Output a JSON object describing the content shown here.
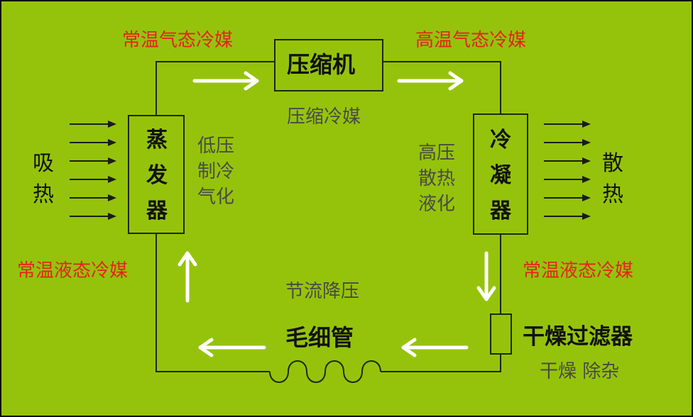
{
  "compressor": {
    "name": "压缩机",
    "process": "压缩冷媒"
  },
  "evaporator": {
    "name": "蒸发器",
    "process": "低压制冷气化",
    "side_label": "吸热"
  },
  "condenser": {
    "name": "冷凝器",
    "process": "高压散热液化",
    "side_label": "散热"
  },
  "filter_drier": {
    "name": "干燥过滤器",
    "process": "干燥 除杂"
  },
  "capillary": {
    "name": "毛细管",
    "process": "节流降压"
  },
  "refrigerant_states": {
    "before_compressor": "常温气态冷媒",
    "after_compressor": "高温气态冷媒",
    "after_condenser": "常温液态冷媒",
    "before_evaporator": "常温液态冷媒"
  },
  "colors": {
    "background": "#95c30c",
    "state_text": "#e3241b",
    "process_text": "#4a4a46",
    "component_text": "#111111",
    "arrow": "#ffffff",
    "pipe": "#1c2a08"
  }
}
